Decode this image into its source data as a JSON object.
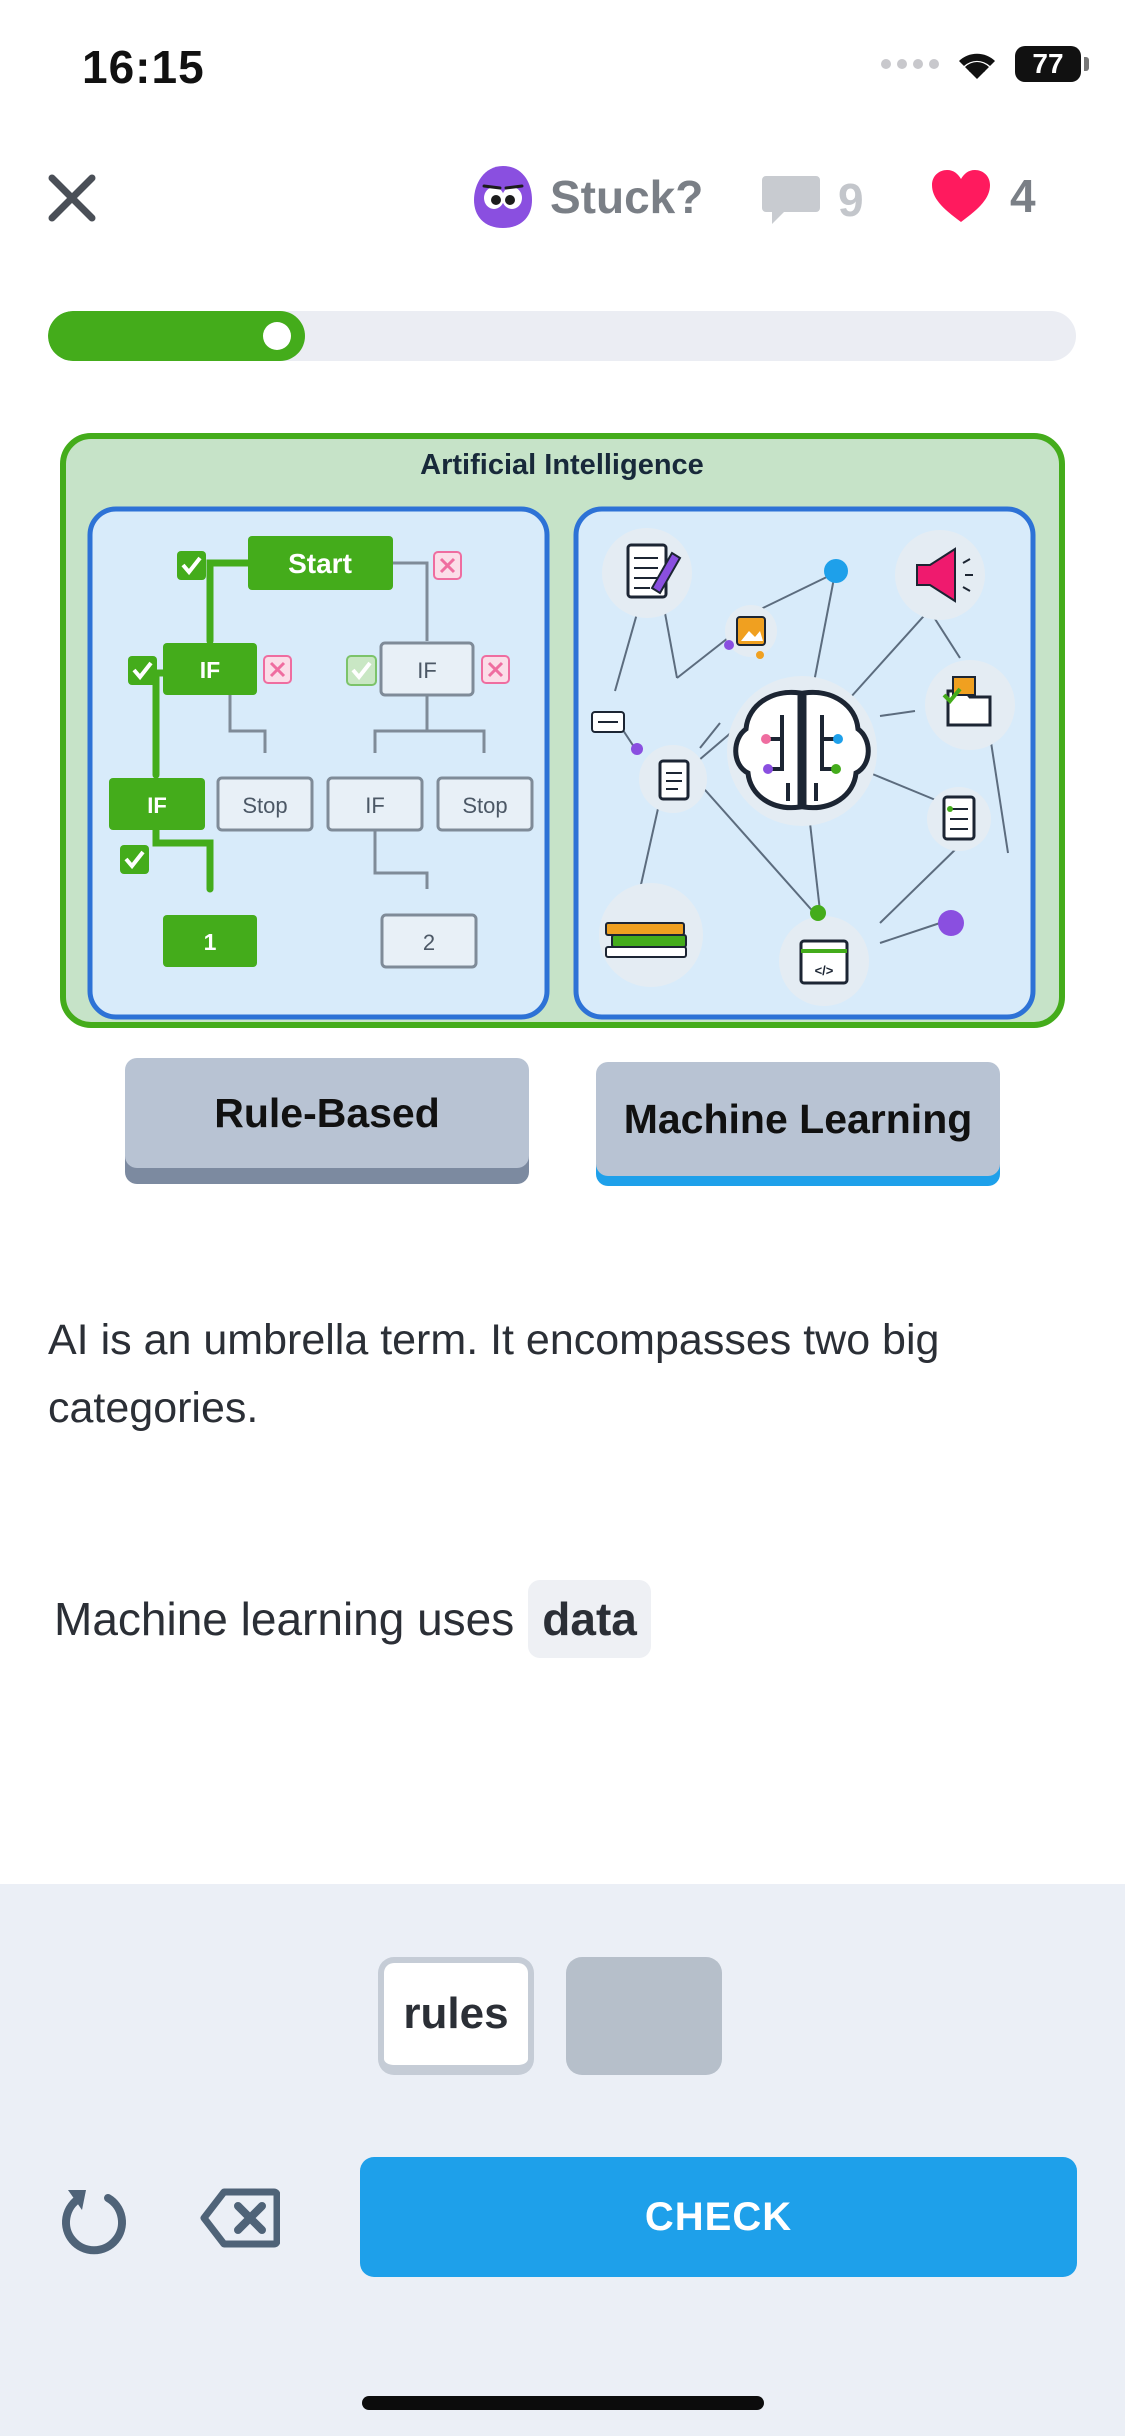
{
  "status_bar": {
    "time": "16:15",
    "battery": "77"
  },
  "top_bar": {
    "stuck_label": "Stuck?",
    "comments_count": "9",
    "hearts_count": "4"
  },
  "progress": {
    "fraction": 0.25
  },
  "illustration": {
    "title": "Artificial Intelligence",
    "rule_panel": {
      "start": "Start",
      "if": "IF",
      "stop": "Stop",
      "result_1": "1",
      "result_2": "2"
    }
  },
  "categories": {
    "rule_based": "Rule-Based",
    "machine_learning": "Machine Learning"
  },
  "lesson": {
    "text": "AI is an umbrella term. It encompasses two big categories.",
    "sentence_prefix": "Machine learning uses",
    "filled_word": "data"
  },
  "word_bank": {
    "word_1": "rules"
  },
  "actions": {
    "check": "CHECK"
  },
  "colors": {
    "green": "#44ac1b",
    "blue": "#1ea0ea",
    "heart": "#ff1a5e",
    "panel_bg": "#ebeff6"
  }
}
